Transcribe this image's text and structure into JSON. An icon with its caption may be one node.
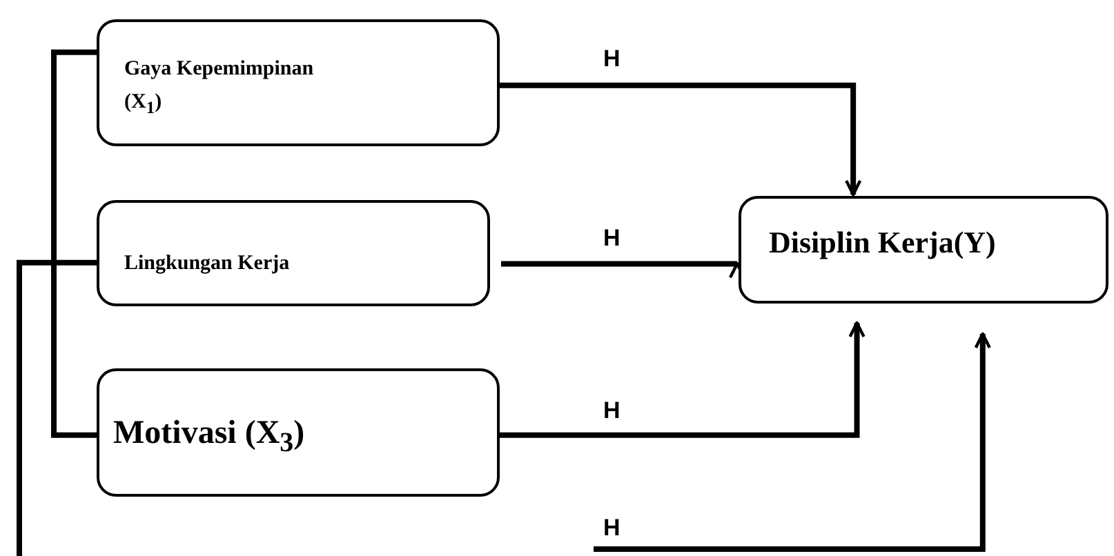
{
  "diagram": {
    "nodes": [
      {
        "text": [
          "Gaya Kepemimpinan (X$_{1}$)"
        ]
      },
      {
        "text": [
          "Lingkungan Kerja"
        ]
      },
      {
        "text": [
          "Motivasi (X$_{3}$)"
        ]
      },
      {
        "text": [
          "Disiplin Kerja(Y)"
        ]
      }
    ],
    "edges": [
      {
        "from": 0,
        "to": 3,
        "arrow": "to",
        "label": "H"
      },
      {
        "from": 1,
        "to": 3,
        "arrow": "to",
        "label": "H"
      },
      {
        "from": 2,
        "to": 3,
        "arrow": "to",
        "label": "H"
      },
      {
        "from": null,
        "to": 3,
        "arrow": "to",
        "label": "H"
      },
      {
        "from": 1,
        "to": null,
        "arrow": "none"
      },
      {
        "from": 0,
        "to": 2,
        "arrow": "none"
      }
    ]
  }
}
